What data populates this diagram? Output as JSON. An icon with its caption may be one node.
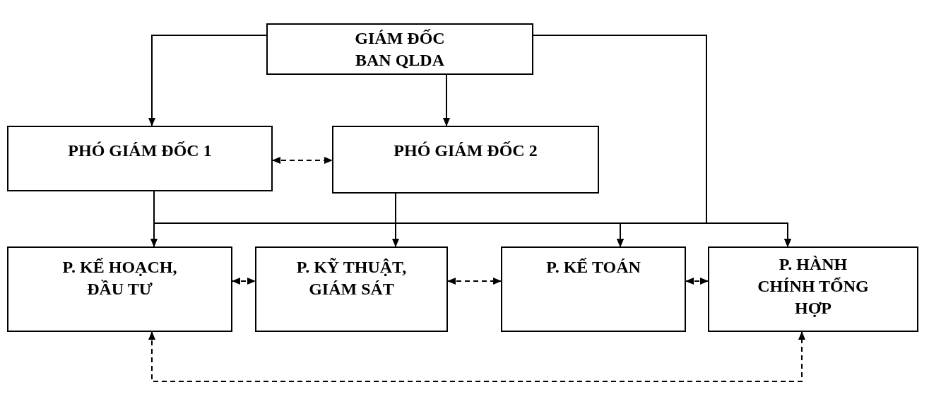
{
  "diagram": {
    "nodes": [
      {
        "text": [
          "GIÁM ĐỐC BAN QLDA"
        ]
      },
      {
        "text": [
          "PHÓ GIÁM ĐỐC 1"
        ]
      },
      {
        "text": [
          "PHÓ GIÁM ĐỐC 2"
        ]
      },
      {
        "text": [
          "P. KẾ HOẠCH, ĐẦU TƯ"
        ]
      },
      {
        "text": [
          "P. KỸ THUẬT, GIÁM SÁT"
        ]
      },
      {
        "text": [
          "P. KẾ TOÁN"
        ]
      },
      {
        "text": [
          "P. HÀNH CHÍNH TỔNG HỢP"
        ]
      }
    ],
    "edges": [
      {
        "from": 0,
        "to": 1,
        "arrow": "to"
      },
      {
        "from": 0,
        "to": 2,
        "arrow": "to"
      },
      {
        "from": 1,
        "to": 2,
        "arrow": "both",
        "style": "dashed"
      },
      {
        "from": 0,
        "to": 5,
        "arrow": "to"
      },
      {
        "from": 0,
        "to": 6,
        "arrow": "to"
      },
      {
        "from": 1,
        "to": 3,
        "arrow": "to"
      },
      {
        "from": 1,
        "to": 5,
        "arrow": "to"
      },
      {
        "from": 1,
        "to": 6,
        "arrow": "to"
      },
      {
        "from": 2,
        "to": 4,
        "arrow": "to"
      },
      {
        "from": 3,
        "to": 4,
        "arrow": "both",
        "style": "dashed"
      },
      {
        "from": 4,
        "to": 5,
        "arrow": "both",
        "style": "dashed"
      },
      {
        "from": 5,
        "to": 6,
        "arrow": "both",
        "style": "dashed"
      },
      {
        "from": 3,
        "to": 6,
        "arrow": "both",
        "style": "dashed"
      }
    ]
  }
}
